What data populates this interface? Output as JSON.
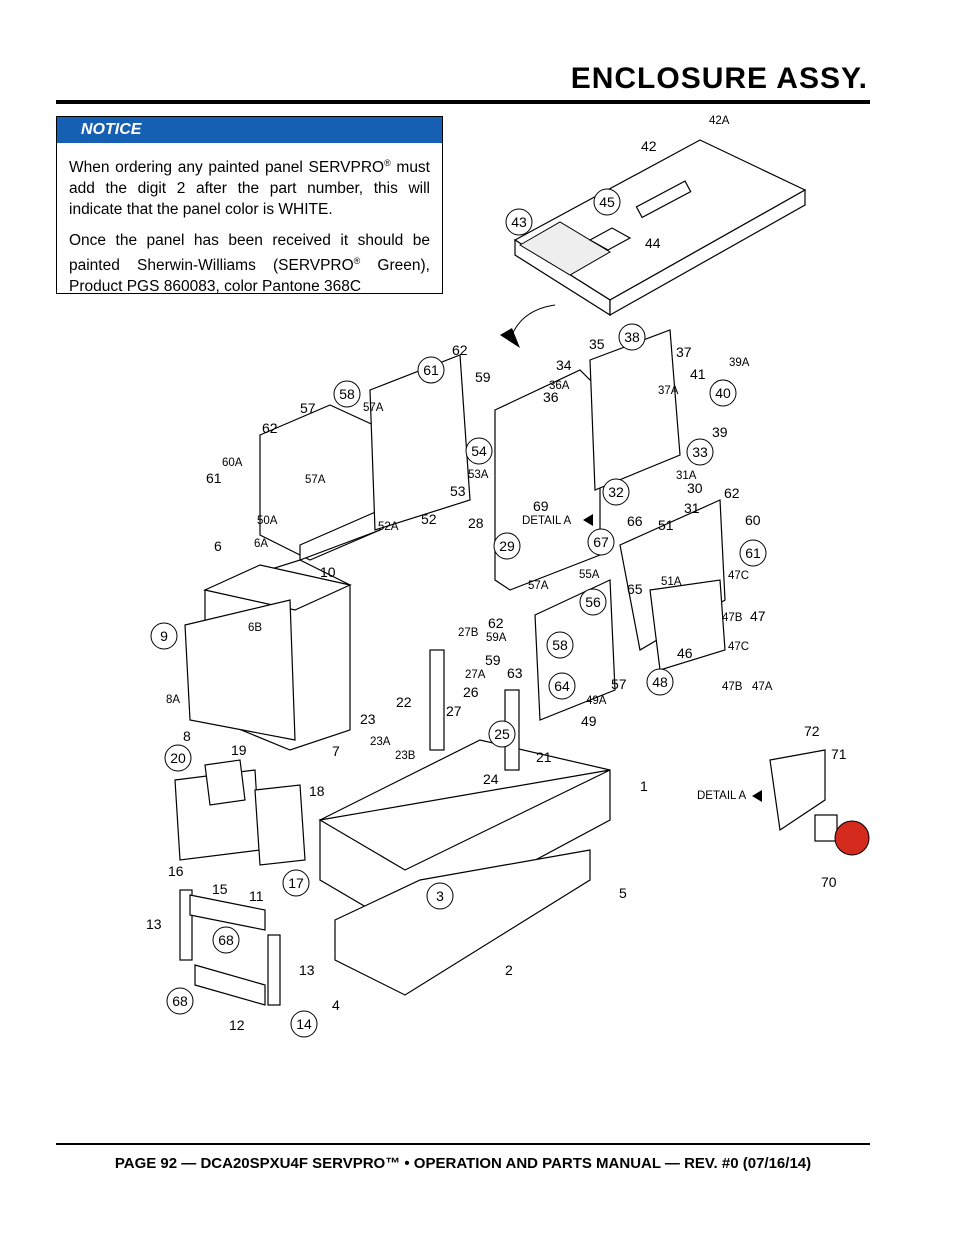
{
  "header": {
    "title": "ENCLOSURE ASSY."
  },
  "notice": {
    "heading": "NOTICE",
    "p1_a": "When ordering any painted panel SERVPRO",
    "reg": "®",
    "p1_b": " must add the digit 2 after the part number, this will indicate that the panel color is WHITE.",
    "p2_a": "Once the panel has been received it should be painted Sherwin-Williams (SERVPRO",
    "p2_b": " Green), Product PGS 860083, color Pantone 368C"
  },
  "footer": {
    "text": "PAGE 92 — DCA20SPXU4F SERVPRO™ • OPERATION AND PARTS MANUAL — REV. #0 (07/16/14)"
  },
  "diagram": {
    "detail_a": "DETAIL A",
    "circled": [
      "45",
      "43",
      "38",
      "58",
      "61",
      "40",
      "54",
      "33",
      "32",
      "67",
      "29",
      "56",
      "58",
      "64",
      "48",
      "61",
      "9",
      "20",
      "17",
      "3",
      "25",
      "68",
      "68",
      "14"
    ],
    "labels": [
      "42A",
      "42",
      "44",
      "35",
      "37",
      "39A",
      "34",
      "36A",
      "36",
      "41",
      "37A",
      "62",
      "59",
      "57",
      "57A",
      "62",
      "60A",
      "61",
      "57A",
      "39",
      "53A",
      "31A",
      "53",
      "30",
      "31",
      "62",
      "60",
      "50A",
      "52A",
      "52",
      "28",
      "69",
      "66",
      "51",
      "6A",
      "10",
      "6",
      "55A",
      "65",
      "51A",
      "47C",
      "57A",
      "62",
      "59A",
      "27B",
      "47",
      "6B",
      "47B",
      "27A",
      "46",
      "59",
      "63",
      "47C",
      "57",
      "22",
      "26",
      "27",
      "49A",
      "47B",
      "47A",
      "23",
      "8A",
      "8",
      "7",
      "49",
      "23A",
      "23B",
      "24",
      "21",
      "72",
      "71",
      "19",
      "1",
      "18",
      "16",
      "15",
      "11",
      "5",
      "13",
      "13",
      "12",
      "2",
      "4",
      "70"
    ]
  }
}
